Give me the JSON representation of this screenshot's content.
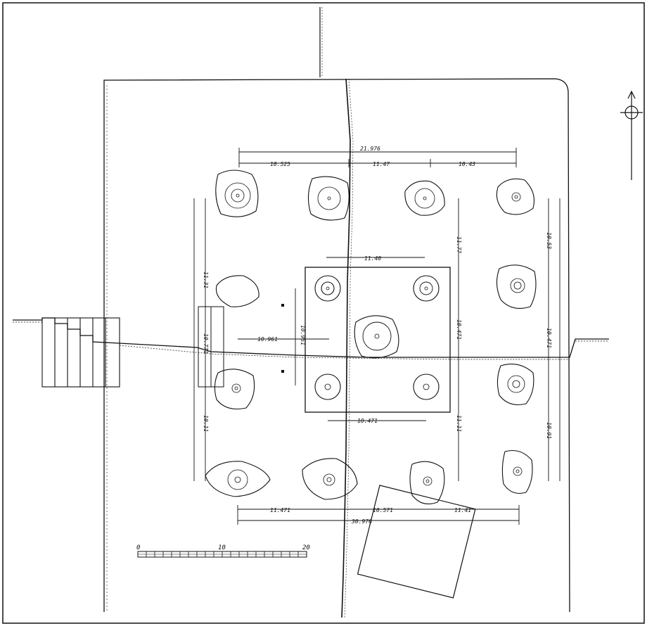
{
  "colors": {
    "ink": "#111111",
    "paper": "#ffffff"
  },
  "dimensions": {
    "top_total": "21.976",
    "top_left": "10.525",
    "top_middle": "11.47",
    "top_right": "10.43",
    "inner_top": "11.40",
    "inner_mid": "10.961",
    "inner_bottom": "10.471",
    "bottom_left": "11.471",
    "bottom_middle": "10.571",
    "bottom_right": "11.41",
    "bottom_total": "30.976",
    "left_upper": "11.31",
    "left_mid": "10.771",
    "left_lower": "10.11",
    "right_upper": "11.77",
    "right_mid": "10.471",
    "right_lower": "11.11",
    "right_outer_upper": "10.53",
    "right_outer_lower": "10.91"
  },
  "scale_bar": {
    "label_start": "0",
    "label_mid": "10",
    "label_end": "20"
  },
  "icons": {
    "north_arrow": "north-arrow-icon"
  }
}
